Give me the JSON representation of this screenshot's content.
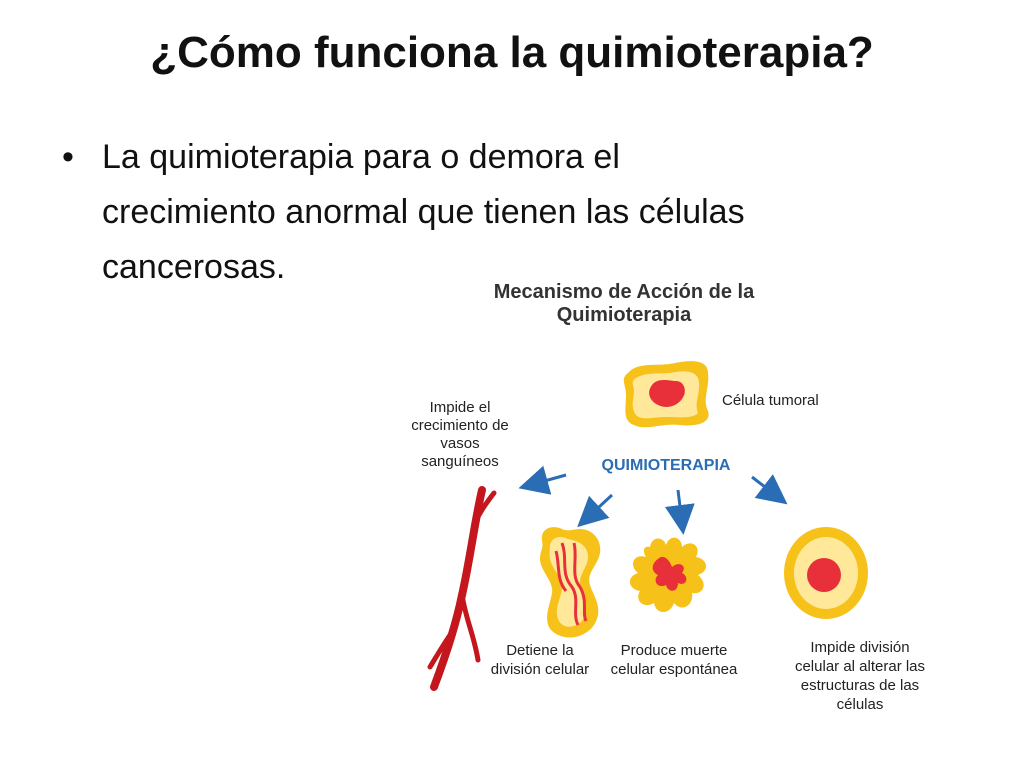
{
  "slide": {
    "title": "¿Cómo funciona la quimioterapia?",
    "bullets": [
      {
        "symbol": "•",
        "lines": [
          "La quimioterapia para o demora el",
          "crecimiento anormal que tienen las células",
          "cancerosas."
        ]
      }
    ]
  },
  "diagram": {
    "heading": [
      "Mecanismo de Acción de la",
      "Quimioterapia"
    ],
    "tumor_cell_label": "Célula tumoral",
    "center_label": "QUIMIOTERAPIA",
    "effects": [
      {
        "lines": [
          "Impide el",
          "crecimiento de",
          "vasos",
          "sanguíneos"
        ],
        "icon": "blood-vessel-icon"
      },
      {
        "lines": [
          "Detiene la",
          "división celular"
        ],
        "icon": "dividing-cell-icon"
      },
      {
        "lines": [
          "Produce muerte",
          "celular espontánea"
        ],
        "icon": "dying-cell-icon"
      },
      {
        "lines": [
          "Impide división",
          "celular al alterar las",
          "estructuras de las",
          "células"
        ],
        "icon": "altered-cell-icon"
      }
    ],
    "colors": {
      "center_label": "#2a6db5",
      "arrow": "#2a6db5",
      "cell_fill": "#f6c21a",
      "cell_inner": "#ffe89a",
      "nucleus": "#e8303a",
      "vessel": "#c4161c"
    }
  }
}
